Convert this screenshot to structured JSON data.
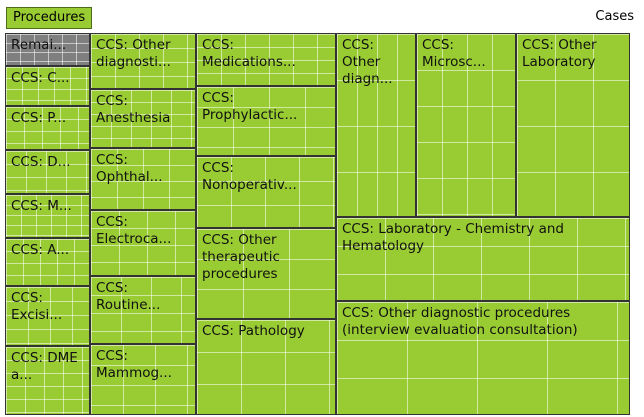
{
  "header": {
    "breadcrumb": "Procedures",
    "measure": "Cases"
  },
  "tiles": {
    "remaining": "Remai...",
    "c1": "CCS: C...",
    "p1": "CCS: P...",
    "d1": "CCS: D...",
    "m1": "CCS: M...",
    "a1": "CCS: A...",
    "excision": "CCS: Excisi...",
    "dme": "CCS: DME a...",
    "other_diag_short": "CCS: Other diagnosti...",
    "anesthesia": "CCS: Anesthesia",
    "ophthal": "CCS: Ophthal...",
    "electroca": "CCS: Electroca...",
    "routine": "CCS: Routine...",
    "mammog": "CCS: Mammog...",
    "medications": "CCS: Medications...",
    "prophylactic": "CCS: Prophylactic...",
    "nonoperativ": "CCS: Nonoperativ...",
    "other_therapeutic": "CCS: Other therapeutic procedures",
    "pathology": "CCS: Pathology",
    "other_diagn": "CCS: Other diagn...",
    "microsc": "CCS: Microsc...",
    "other_lab": "CCS: Other Laboratory",
    "lab_chem": "CCS: Laboratory - Chemistry and Hematology",
    "other_diag_full": "CCS: Other diagnostic procedures (interview evaluation consultation)"
  }
}
